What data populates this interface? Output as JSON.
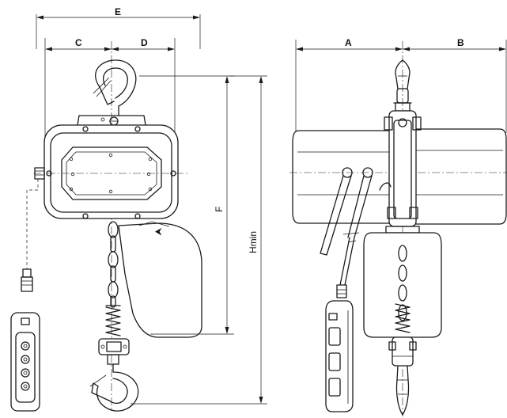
{
  "dimension_labels": {
    "E": "E",
    "C": "C",
    "D": "D",
    "F": "F",
    "Hmin": "Hmin",
    "A": "A",
    "B": "B"
  }
}
